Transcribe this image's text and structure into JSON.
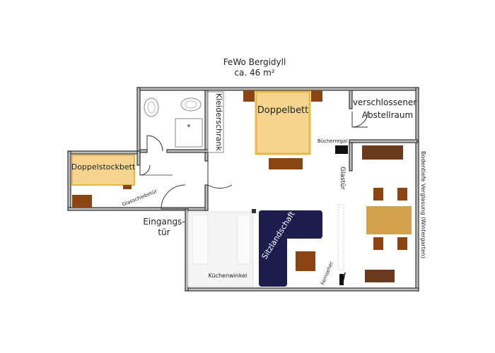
{
  "title": {
    "line1": "FeWo Bergidyll",
    "line2": "ca. 46 m²"
  },
  "rooms": {
    "doppelbett": "Doppelbett",
    "doppelstockbett": "Doppelstockbett",
    "abstellraum_line1": "verschlossener",
    "abstellraum_line2": "Abstellraum",
    "kleiderschrank": "Kleiderschrank",
    "buecherregal": "Bücherregal",
    "glastuer": "Glastür",
    "glasschiebetuer": "Glasschiebetür",
    "eingang_line1": "Eingangs-",
    "eingang_line2": "tür",
    "sitzlandschaft": "Sitzlandschaft",
    "kuechenwinkel": "Küchenwinkel",
    "fernseher": "Fernseher",
    "verglasung": "Bodentiefe Verglasung (Wintergarten)"
  },
  "colors": {
    "wall": "#333333",
    "wall_fill": "#bdbdbd",
    "bed": "#f5d58e",
    "bed_border": "#e8b84a",
    "furniture_brown": "#8b4513",
    "table": "#d2a24e",
    "sofa": "#1c1c4e",
    "dark_brown": "#6b3a1e"
  }
}
